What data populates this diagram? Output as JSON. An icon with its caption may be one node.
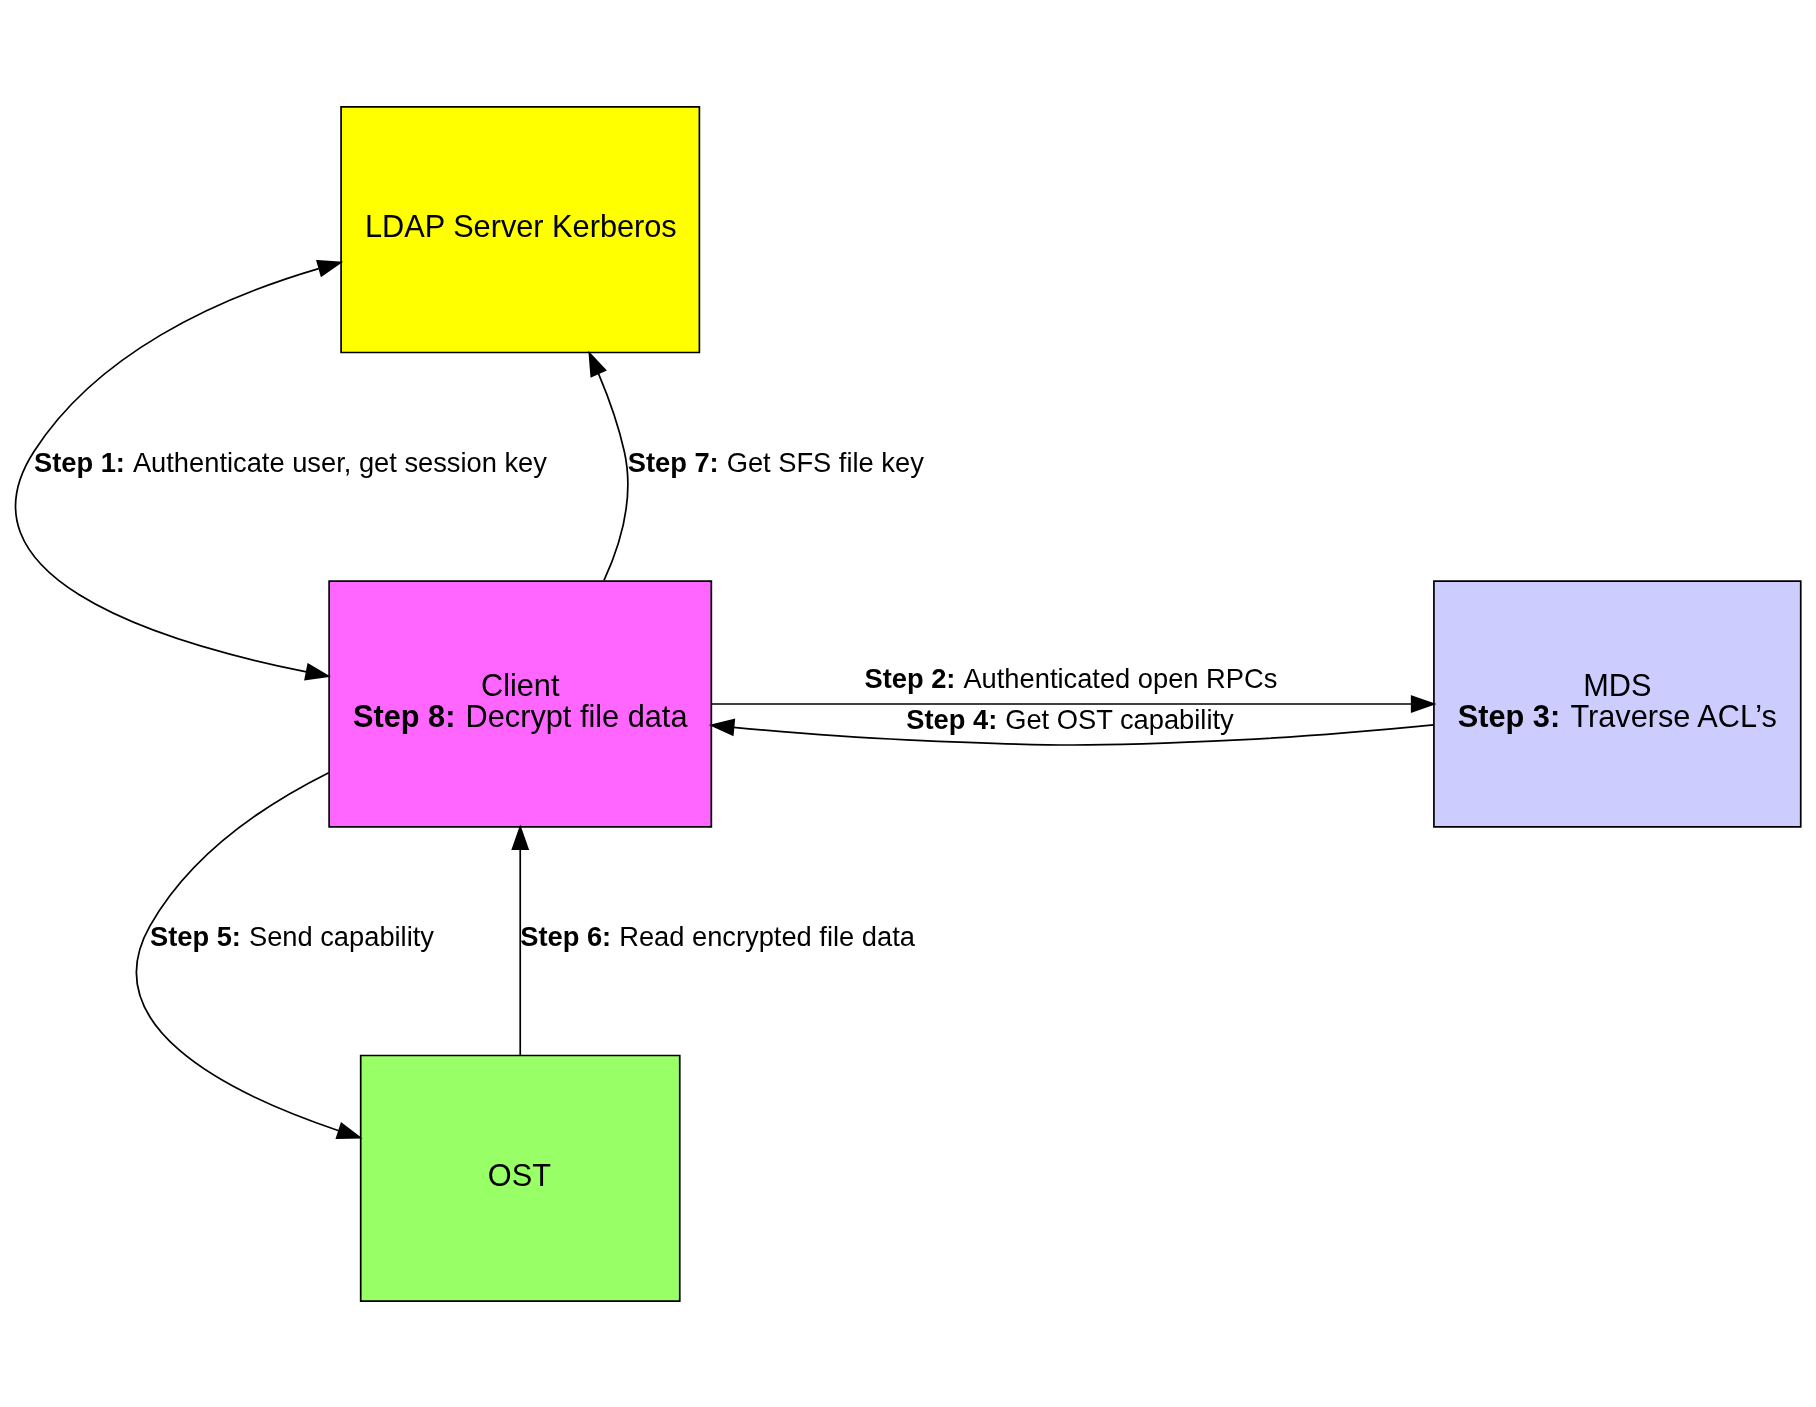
{
  "diagram": {
    "nodes": [
      {
        "text": [
          "LDAP Server Kerberos"
        ]
      },
      {
        "text": [
          "Client",
          "**Step 8:** Decrypt file data"
        ]
      },
      {
        "text": [
          "MDS",
          "**Step 3:** Traverse ACL’s"
        ]
      },
      {
        "text": [
          "OST"
        ]
      }
    ],
    "edges": [
      {
        "from": 1,
        "to": 0,
        "arrow": "both",
        "label": "**Step 1:** Authenticate user, get session key"
      },
      {
        "from": 1,
        "to": 2,
        "arrow": "to",
        "label": "**Step 2:** Authenticated open RPCs"
      },
      {
        "from": 2,
        "to": 1,
        "arrow": "to",
        "label": "**Step 4:** Get OST capability"
      },
      {
        "from": 1,
        "to": 3,
        "arrow": "to",
        "label": "**Step 5:** Send capability"
      },
      {
        "from": 3,
        "to": 1,
        "arrow": "to",
        "label": "**Step 6:** Read encrypted file data"
      },
      {
        "from": 1,
        "to": 0,
        "arrow": "to",
        "label": "**Step 7:** Get SFS file key"
      }
    ]
  }
}
